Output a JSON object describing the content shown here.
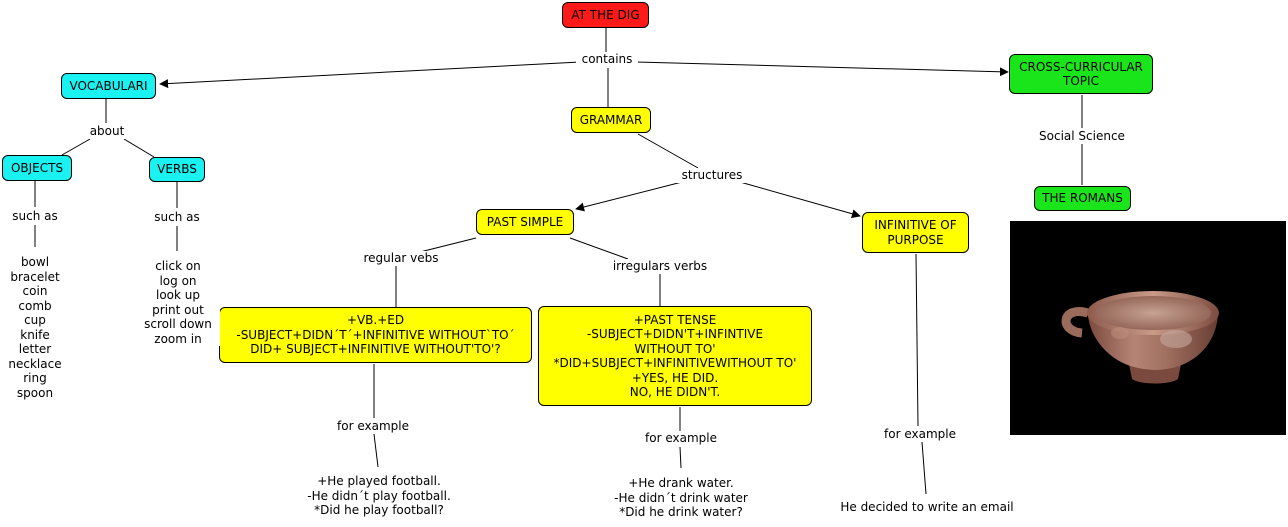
{
  "nodes": {
    "root": "AT THE DIG",
    "vocab": "VOCABULARI",
    "objects": "OBJECTS",
    "verbs": "VERBS",
    "grammar": "GRAMMAR",
    "past_simple": "PAST SIMPLE",
    "infinitive": "INFINITIVE OF\nPURPOSE",
    "regular_box": "+VB.+ED\n-SUBJECT+DIDN´T´+INFINITIVE WITHOUT`TO´\nDID+ SUBJECT+INFINITIVE WITHOUT'TO'?",
    "irregular_box": "+PAST TENSE\n-SUBJECT+DIDN'T+INFINTIVE\nWITHOUT TO'\n*DID+SUBJECT+INFINITIVEWITHOUT TO'\n+YES, HE DID.\nNO, HE DIDN'T.",
    "cross": "CROSS-CURRICULAR\nTOPIC",
    "romans": "THE ROMANS"
  },
  "links": {
    "contains": "contains",
    "about": "about",
    "such_as_1": "such as",
    "such_as_2": "such as",
    "structures": "structures",
    "regular_verbs": "regular vebs",
    "irregular_verbs": "irregulars verbs",
    "for_example_1": "for example",
    "for_example_2": "for example",
    "for_example_3": "for example",
    "social_science": "Social Science"
  },
  "texts": {
    "objects_list": "bowl\nbracelet\ncoin\ncomb\ncup\nknife\nletter\nnecklace\nring\nspoon",
    "verbs_list": "click on\nlog on\nlook up\nprint out\nscroll down\nzoom in",
    "regular_examples": "+He played football.\n-He didn´t play football.\n*Did he play football?",
    "irregular_examples": "+He drank water.\n-He didn´t drink water\n*Did he drink water?",
    "infinitive_example": "He decided to write an email"
  },
  "colors": {
    "root": "#ff1a1a",
    "vocabulary": "#1af2f2",
    "grammar": "#ffff00",
    "topic": "#1ae51a"
  }
}
